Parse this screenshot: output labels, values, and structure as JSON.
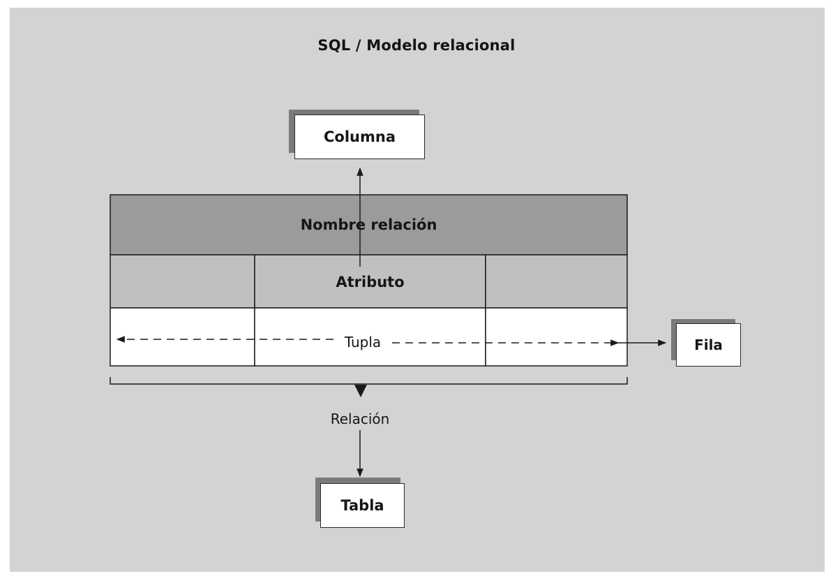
{
  "title": "SQL / Modelo relacional",
  "boxes": {
    "columna": "Columna",
    "fila": "Fila",
    "tabla": "Tabla"
  },
  "table": {
    "header": "Nombre relación",
    "attribute": "Atributo",
    "tuple": "Tupla"
  },
  "relation_label": "Relación",
  "colors": {
    "background": "#d3d3d3",
    "header_fill": "#9b9b9b",
    "attribute_fill": "#c0c0c0",
    "row_fill": "#ffffff",
    "line": "#1a1a1a"
  }
}
